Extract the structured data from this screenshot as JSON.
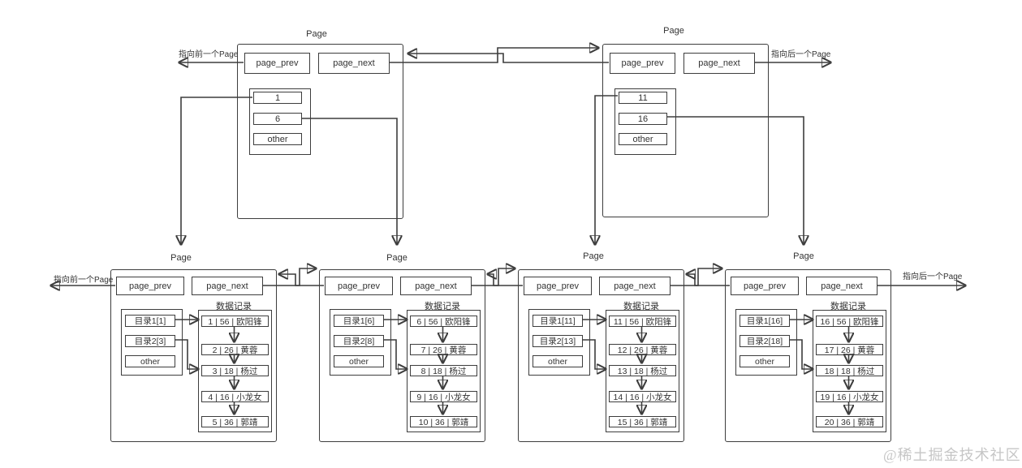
{
  "labels": {
    "prev_page": "指向前一个Page",
    "next_page": "指向后一个Page"
  },
  "watermark": "@稀土掘金技术社区",
  "colors": {
    "line": "#3d3d3d",
    "background": "#ffffff",
    "watermark": "#c6c6c6"
  },
  "top_pages": [
    {
      "title": "Page",
      "page_prev_label": "page_prev",
      "page_next_label": "page_next",
      "entries": [
        "1",
        "6",
        "other"
      ]
    },
    {
      "title": "Page",
      "page_prev_label": "page_prev",
      "page_next_label": "page_next",
      "entries": [
        "11",
        "16",
        "other"
      ]
    }
  ],
  "bottom_pages": [
    {
      "title": "Page",
      "page_prev_label": "page_prev",
      "page_next_label": "page_next",
      "data_records_label": "数据记录",
      "directory": [
        "目录1[1]",
        "目录2[3]",
        "other"
      ],
      "records": [
        "1 | 56 | 欧阳锋",
        "2 | 26 | 黄蓉",
        "3 | 18 | 杨过",
        "4 | 16 | 小龙女",
        "5 | 36 | 郭靖"
      ]
    },
    {
      "title": "Page",
      "page_prev_label": "page_prev",
      "page_next_label": "page_next",
      "data_records_label": "数据记录",
      "directory": [
        "目录1[6]",
        "目录2[8]",
        "other"
      ],
      "records": [
        "6 | 56 | 欧阳锋",
        "7 | 26 | 黄蓉",
        "8 | 18 | 杨过",
        "9 | 16 | 小龙女",
        "10 | 36 | 郭靖"
      ]
    },
    {
      "title": "Page",
      "page_prev_label": "page_prev",
      "page_next_label": "page_next",
      "data_records_label": "数据记录",
      "directory": [
        "目录1[11]",
        "目录2[13]",
        "other"
      ],
      "records": [
        "11 | 56 | 欧阳锋",
        "12 | 26 | 黄蓉",
        "13 | 18 | 杨过",
        "14 | 16 | 小龙女",
        "15 | 36 | 郭靖"
      ]
    },
    {
      "title": "Page",
      "page_prev_label": "page_prev",
      "page_next_label": "page_next",
      "data_records_label": "数据记录",
      "directory": [
        "目录1[16]",
        "目录2[18]",
        "other"
      ],
      "records": [
        "16 | 56 | 欧阳锋",
        "17 | 26 | 黄蓉",
        "18 | 18 | 杨过",
        "19 | 16 | 小龙女",
        "20 | 36 | 郭靖"
      ]
    }
  ]
}
